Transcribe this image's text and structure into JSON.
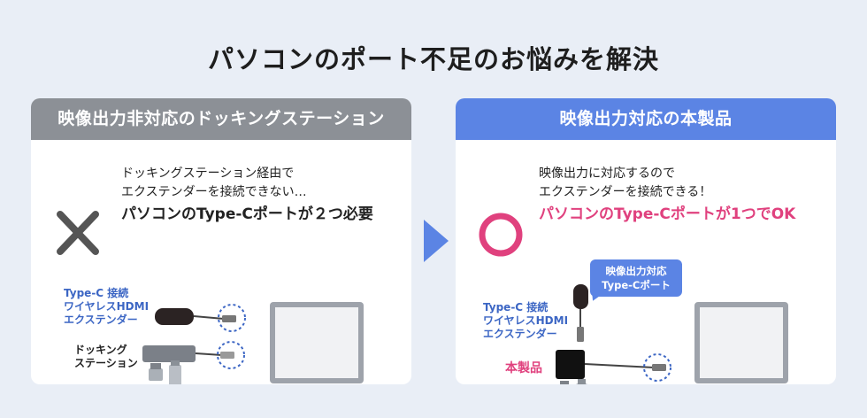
{
  "title": "パソコンのポート不足のお悩みを解決",
  "left": {
    "header": "映像出力非対応のドッキングステーション",
    "line1": "ドッキングステーション経由で",
    "line2": "エクステンダーを接続できない…",
    "emphasis": "パソコンのType-Cポートが２つ必要",
    "extender_label": "Type-C 接続\nワイヤレスHDMI\nエクステンダー",
    "dock_label": "ドッキング\nステーション",
    "mark_icon": "cross-icon"
  },
  "right": {
    "header": "映像出力対応の本製品",
    "line1": "映像出力に対応するので",
    "line2": "エクステンダーを接続できる！",
    "emphasis": "パソコンのType-Cポートが1つでOK",
    "extender_label": "Type-C 接続\nワイヤレスHDMI\nエクステンダー",
    "callout": "映像出力対応\nType-Cポート",
    "product_label": "本製品",
    "mark_icon": "circle-icon"
  },
  "colors": {
    "accent_blue": "#5b84e4",
    "accent_pink": "#e0417e",
    "header_gray": "#8c9096",
    "label_blue": "#3c66c4"
  }
}
